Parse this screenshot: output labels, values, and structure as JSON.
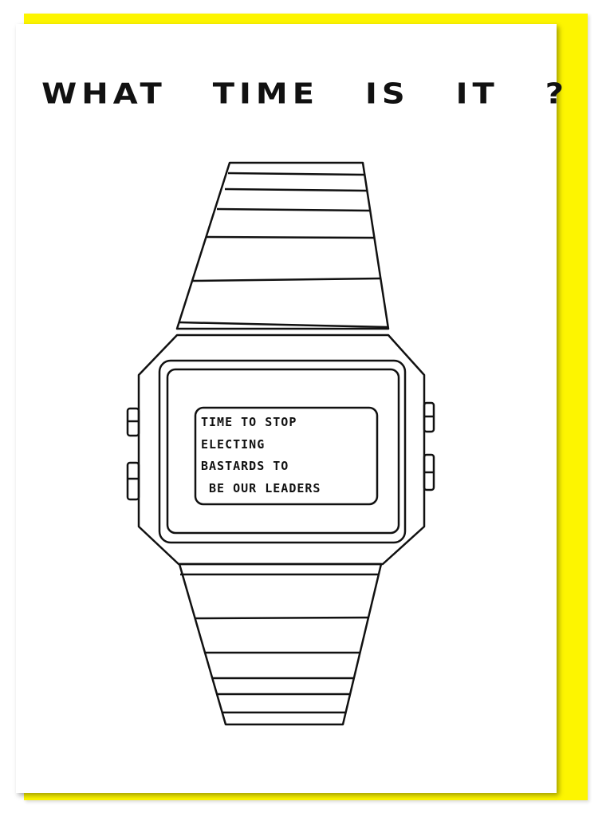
{
  "card": {
    "title": "WHAT TIME IS IT ?",
    "watch_screen_lines": [
      "TIME TO STOP",
      "ELECTING",
      "BASTARDS TO",
      " BE OUR LEADERS"
    ]
  },
  "colors": {
    "envelope": "#fdf500",
    "card": "#ffffff",
    "ink": "#111111"
  }
}
